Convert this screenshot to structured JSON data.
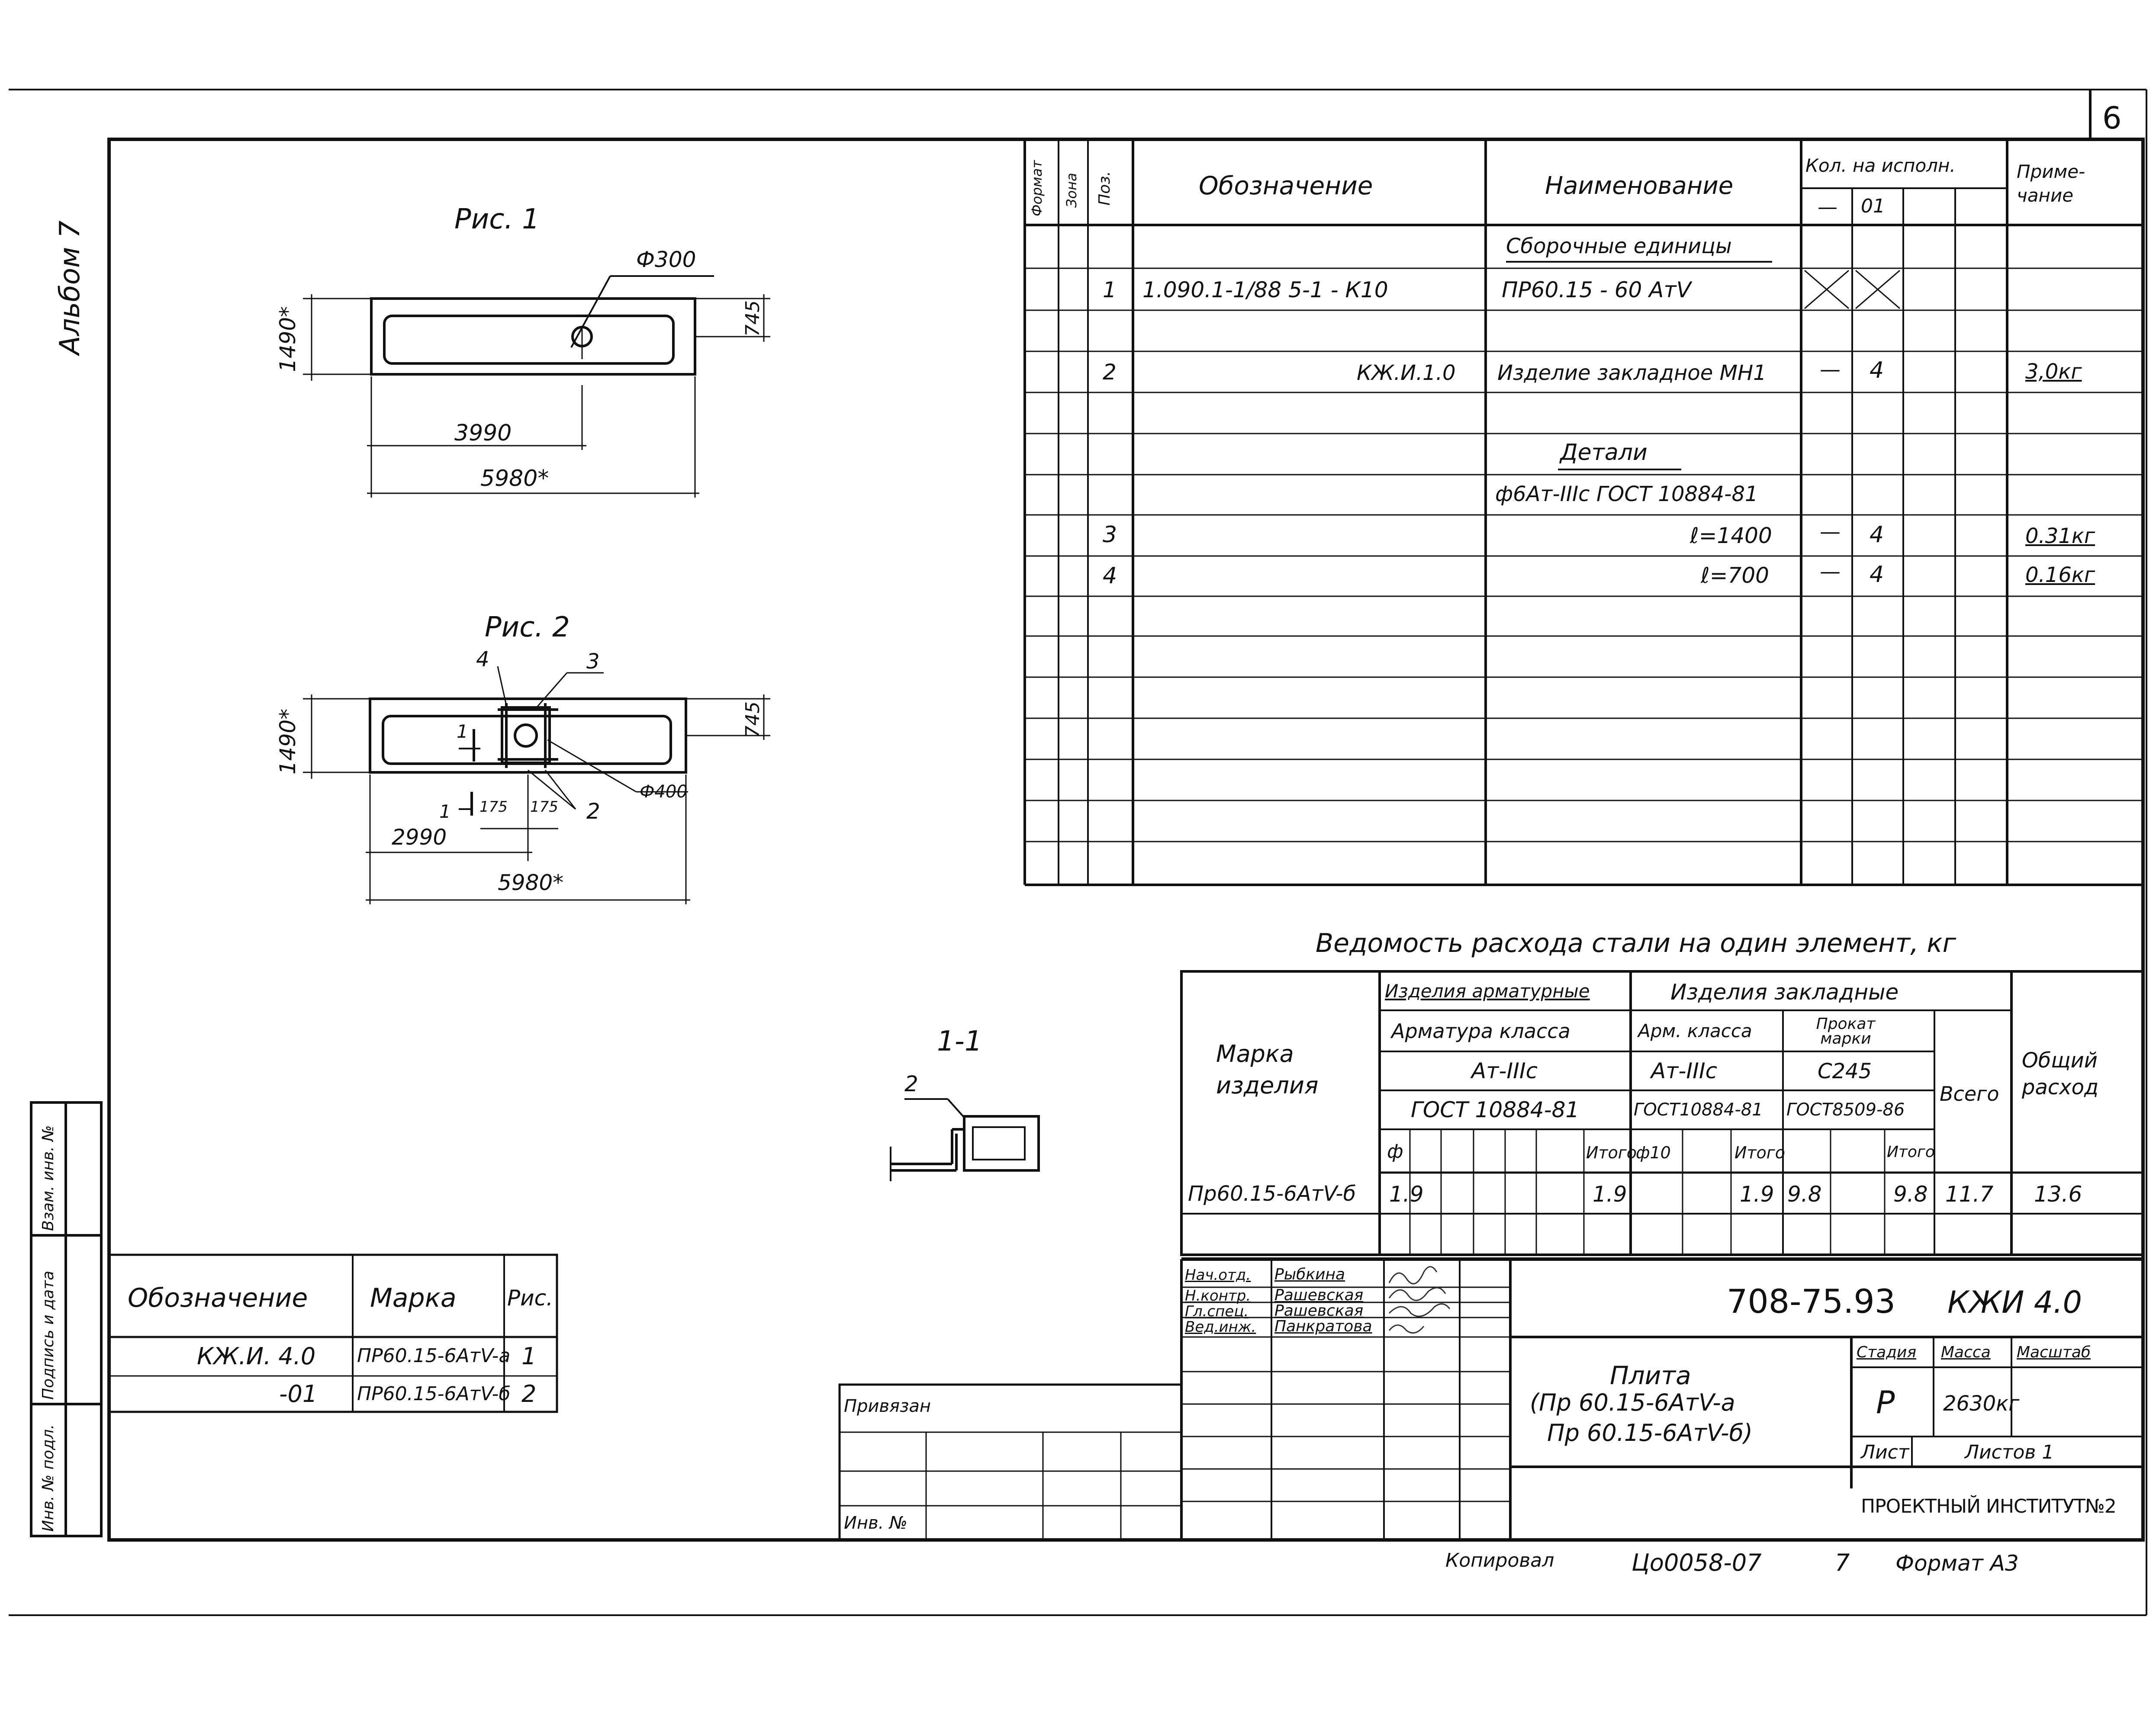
{
  "sheet_number": "6",
  "album": "Альбом 7",
  "figures": {
    "fig1": {
      "title": "Рис. 1",
      "hole": "Ф300",
      "height": "1490*",
      "half_height": "745",
      "offset": "3990",
      "length": "5980*"
    },
    "fig2": {
      "title": "Рис. 2",
      "pos_a": "4",
      "pos_b": "3",
      "height": "1490*",
      "half_height": "745",
      "section_mark": "1",
      "dim_a": "175",
      "dim_b": "175",
      "pos_c": "2",
      "hole": "Ф400",
      "offset": "2990",
      "length": "5980*"
    },
    "section": {
      "title": "1-1",
      "pos": "2"
    }
  },
  "spec_table": {
    "headers": {
      "format": "Формат",
      "zone": "Зона",
      "pos": "Поз.",
      "designation": "Обозначение",
      "name": "Наименование",
      "qty": "Кол. на исполн.",
      "qty_dash": "—",
      "qty_01": "01",
      "note": "Приме-чание"
    },
    "rows": [
      {
        "pos": "",
        "designation": "",
        "name": "Сборочные единицы",
        "q0": "",
        "q1": "",
        "note": ""
      },
      {
        "pos": "1",
        "designation": "1.090.1-1/88 5-1 - К10",
        "name": "ПР60.15 - 60 АтV",
        "q0": "",
        "q1": "",
        "note": ""
      },
      {
        "pos": "2",
        "designation": "КЖ.И.1.0",
        "name": "Изделие закладное МН1",
        "q0": "—",
        "q1": "4",
        "note": "3,0кг"
      },
      {
        "pos": "",
        "designation": "",
        "name": "Детали",
        "q0": "",
        "q1": "",
        "note": ""
      },
      {
        "pos": "",
        "designation": "",
        "name": "ф6Ат-IIIс ГОСТ 10884-81",
        "q0": "",
        "q1": "",
        "note": ""
      },
      {
        "pos": "3",
        "designation": "",
        "name": "ℓ=1400",
        "q0": "—",
        "q1": "4",
        "note": "0.31кг"
      },
      {
        "pos": "4",
        "designation": "",
        "name": "ℓ=700",
        "q0": "—",
        "q1": "4",
        "note": "0.16кг"
      }
    ]
  },
  "steel": {
    "title": "Ведомость расхода стали на один элемент, кг",
    "mark_header": "Марка изделия",
    "group_rebar": "Изделия арматурные",
    "group_embedded": "Изделия закладные",
    "rebar_class": "Арматура класса",
    "rebar_grade": "Ат-IIIс",
    "rebar_gost": "ГОСТ 10884-81",
    "rebar_phi": "ф",
    "rebar_total": "Итого",
    "emb_class": "Арм. класса",
    "emb_grade": "Ат-IIIс",
    "emb_gost": "ГОСТ10884-81",
    "emb_phi": "ф10",
    "emb_total": "Итого",
    "rolled": "Прокат марки",
    "rolled_grade": "С245",
    "rolled_gost": "ГОСТ8509-86",
    "rolled_total": "Итого",
    "all": "Всего",
    "overall": "Общий расход",
    "row": {
      "mark": "Пр60.15-6АтV-б",
      "rebar_phi": "1.9",
      "rebar_total": "1.9",
      "emb_total": "1.9",
      "rolled": "9.8",
      "rolled_total": "9.8",
      "all": "11.7",
      "overall": "13.6"
    }
  },
  "variants": {
    "headers": {
      "designation": "Обозначение",
      "mark": "Марка",
      "fig": "Рис."
    },
    "rows": [
      {
        "designation": "КЖ.И. 4.0",
        "mark": "ПР60.15-6АтV-а",
        "fig": "1"
      },
      {
        "designation": "-01",
        "mark": "ПР60.15-6АтV-б",
        "fig": "2"
      }
    ]
  },
  "left_strip": {
    "inv_orig": "Инв. № подл.",
    "sign_date": "Подпись и дата",
    "replace_inv": "Взам. инв. №"
  },
  "bound": {
    "label": "Привязан",
    "inv": "Инв. №"
  },
  "title_block": {
    "code": "708-75.93",
    "doc": "КЖИ 4.0",
    "staff": [
      {
        "role": "Нач.отд.",
        "name": "Рыбкина"
      },
      {
        "role": "Н.контр.",
        "name": "Рашевская"
      },
      {
        "role": "Гл.спец.",
        "name": "Рашевская"
      },
      {
        "role": "Вед.инж.",
        "name": "Панкратова"
      }
    ],
    "item_title": "Плита",
    "item_line1": "(Пр 60.15-6АтV-а",
    "item_line2": "Пр 60.15-6АтV-б)",
    "stage_label": "Стадия",
    "mass_label": "Масса",
    "scale_label": "Масштаб",
    "stage": "Р",
    "mass": "2630кг",
    "sheet_label": "Лист",
    "sheets_label": "Листов 1",
    "org": "ПРОЕКТНЫЙ ИНСТИТУТ№2"
  },
  "footer": {
    "copied": "Копировал",
    "number": "Цо0058-07",
    "page": "7",
    "format": "Формат А3"
  }
}
